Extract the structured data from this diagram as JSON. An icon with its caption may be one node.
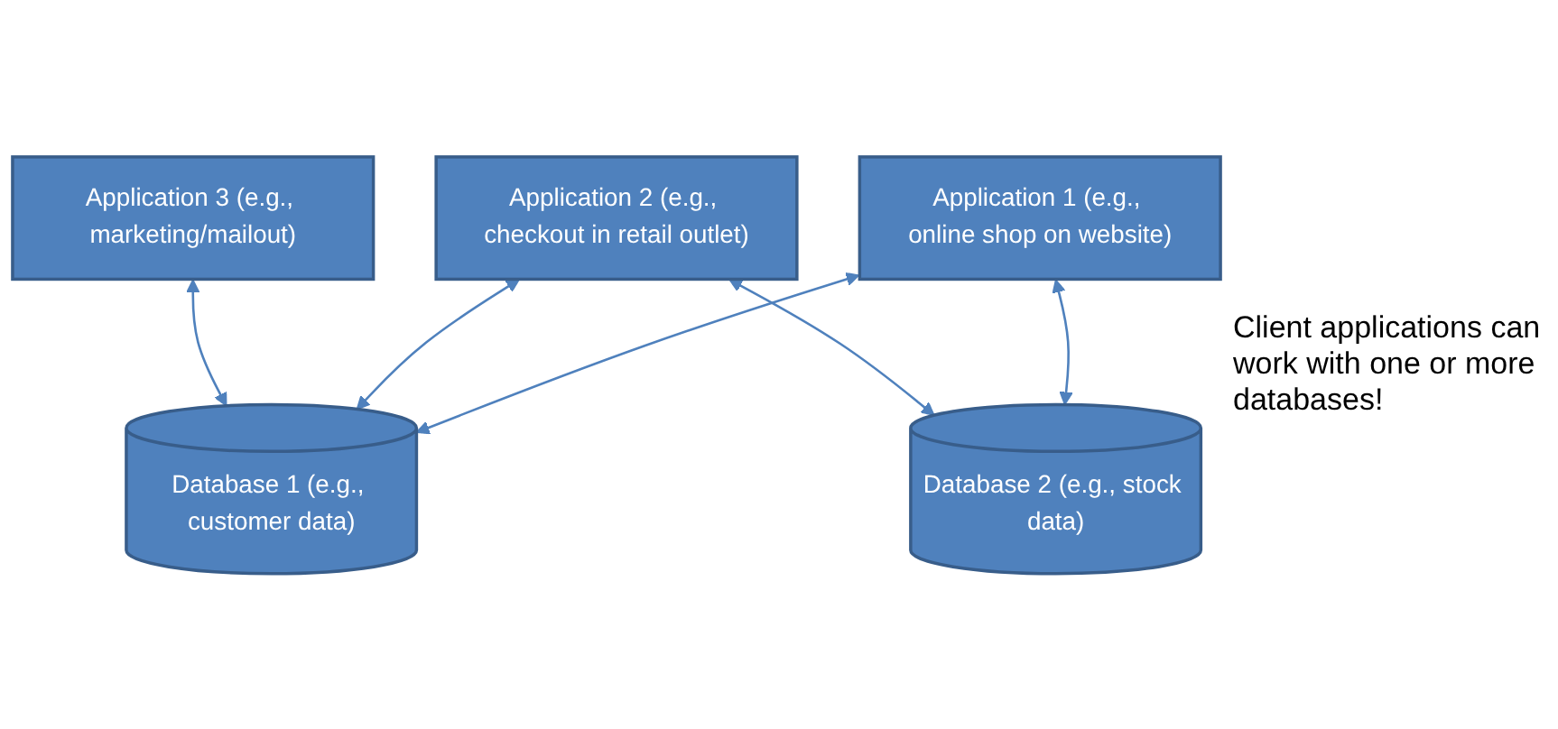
{
  "diagram": {
    "nodes": [
      {
        "text": [
          "Application 1 (e.g., online shop on website)"
        ]
      },
      {
        "text": [
          "Application 2 (e.g., checkout in retail outlet)"
        ]
      },
      {
        "text": [
          "Application 3 (e.g., marketing/mailout)"
        ]
      },
      {
        "text": [
          "Database 1 (e.g., customer data)"
        ]
      },
      {
        "text": [
          "Database 2 (e.g., stock data)"
        ]
      }
    ],
    "edges": [
      {
        "from": 0,
        "to": 3,
        "arrow": "both"
      },
      {
        "from": 0,
        "to": 4,
        "arrow": "both"
      },
      {
        "from": 1,
        "to": 3,
        "arrow": "both"
      },
      {
        "from": 1,
        "to": 4,
        "arrow": "both"
      },
      {
        "from": 2,
        "to": 3,
        "arrow": "both"
      }
    ],
    "labels": [
      "Client applications can work with one or more databases!"
    ]
  }
}
